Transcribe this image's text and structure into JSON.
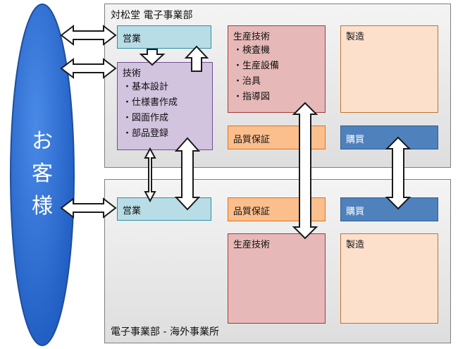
{
  "customer": {
    "label_lines": [
      "お",
      "客",
      "様"
    ]
  },
  "top_panel": {
    "title": "対松堂 電子事業部",
    "sales": {
      "label": "営業"
    },
    "engineering": {
      "label": "技術",
      "items": [
        "・基本設計",
        "・仕様書作成",
        "・図面作成",
        "・部品登録"
      ]
    },
    "production_engineering": {
      "label": "生産技術",
      "items": [
        "・検査機",
        "・生産設備",
        "・治具",
        "・指導図"
      ]
    },
    "manufacturing": {
      "label": "製造"
    },
    "quality_assurance": {
      "label": "品質保証"
    },
    "purchasing": {
      "label": "購買"
    }
  },
  "bottom_panel": {
    "title": "電子事業部 - 海外事業所",
    "sales": {
      "label": "営業"
    },
    "quality_assurance": {
      "label": "品質保証"
    },
    "purchasing": {
      "label": "購買"
    },
    "production_engineering": {
      "label": "生産技術"
    },
    "manufacturing": {
      "label": "製造"
    }
  },
  "colors": {
    "customer_fill": "#2d6ed6",
    "customer_border": "#1d4f9a",
    "sales": "#b8dde6",
    "engineering": "#d2c3df",
    "production_engineering": "#e6b9b8",
    "manufacturing": "#fde0cc",
    "quality_assurance": "#fbbf8e",
    "purchasing": "#4f81bd"
  }
}
